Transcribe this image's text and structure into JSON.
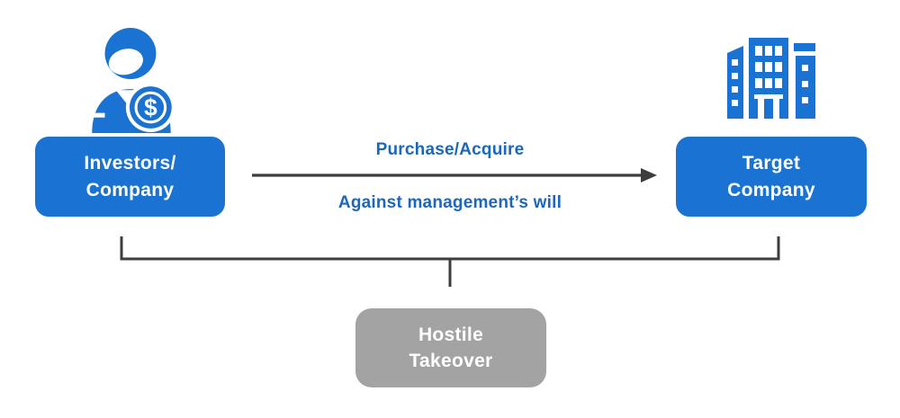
{
  "diagram": {
    "title_semantic": "Hostile Takeover flow diagram",
    "investors_box": {
      "line1": "Investors/",
      "line2": "Company"
    },
    "target_box": {
      "line1": "Target",
      "line2": "Company"
    },
    "arrow": {
      "label_top": "Purchase/Acquire",
      "label_bottom": "Against management’s will",
      "direction": "left-to-right"
    },
    "result_box": {
      "line1": "Hostile",
      "line2": "Takeover"
    },
    "icons": {
      "investor": "investor-person-with-dollar-coin-icon",
      "target": "company-buildings-icon",
      "coin_symbol": "$"
    }
  },
  "colors": {
    "primary_blue": "#1a73d2",
    "label_blue": "#1c67be",
    "line_dark": "#3d3d3d",
    "result_gray": "#a3a3a3",
    "text_white": "#ffffff"
  }
}
